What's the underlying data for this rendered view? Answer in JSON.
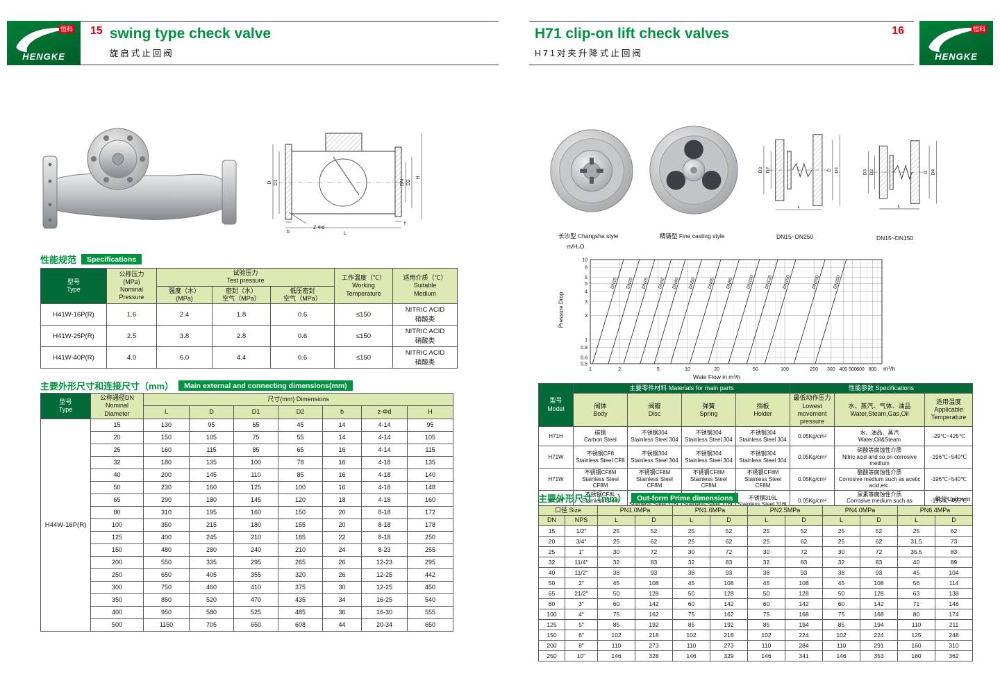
{
  "brand": {
    "logo_name": "HENGKE",
    "logo_zh": "恒科"
  },
  "left": {
    "page_number": "15",
    "title_en": "swing type check valve",
    "title_zh": "旋启式止回阀",
    "drawing_labels": {
      "H": "H",
      "DN": "DN",
      "D2": "D2",
      "D1": "D1",
      "D": "D",
      "b": "b",
      "zphid": "Z-Φd",
      "L": "L",
      "f": "f"
    },
    "spec_section": {
      "zh": "性能规范",
      "en": "Specifications"
    },
    "spec_table": {
      "h_type": "型号\nType",
      "h_nominal": "公称压力\n(MPa)\nNominal\nPressure",
      "h_test": "试验压力\nTest pressure",
      "h_strength": "强度（水）\n(MPa)",
      "h_seal": "密封（水）\n空气（MPa）",
      "h_lowseal": "低压密封\n空气（MPa）",
      "h_working": "工作温度（℃）\nWorking\nTemperature",
      "h_medium": "适用介质（℃）\nSuitable\nMedium",
      "rows": [
        [
          "H41W-16P(R)",
          "1.6",
          "2.4",
          "1.8",
          "0.6",
          "≤150",
          "NITRIC ACID\n硝酸类"
        ],
        [
          "H41W-25P(R)",
          "2.5",
          "3.8",
          "2.8",
          "0.6",
          "≤150",
          "NITRIC ACID\n硝酸类"
        ],
        [
          "H41W-40P(R)",
          "4.0",
          "6.0",
          "4.4",
          "0.6",
          "≤150",
          "NITRIC ACID\n硝酸类"
        ]
      ]
    },
    "dim_section": {
      "zh": "主要外形尺寸和连接尺寸（mm）",
      "en": "Main external and connecting dimensions(mm)"
    },
    "dim_table": {
      "h_type": "型号\nType",
      "h_dn": "公称通径DN\nNominal\nDiameter",
      "h_dims": "尺寸(mm) Dimensions",
      "cols": [
        "L",
        "D",
        "D1",
        "D2",
        "b",
        "z-Φd",
        "H"
      ],
      "lead": "H44W-16P(R)",
      "rows": [
        [
          "15",
          "130",
          "95",
          "65",
          "45",
          "14",
          "4-14",
          "95"
        ],
        [
          "20",
          "150",
          "105",
          "75",
          "55",
          "14",
          "4-14",
          "105"
        ],
        [
          "25",
          "160",
          "115",
          "85",
          "65",
          "16",
          "4-14",
          "115"
        ],
        [
          "32",
          "180",
          "135",
          "100",
          "78",
          "16",
          "4-18",
          "135"
        ],
        [
          "40",
          "200",
          "145",
          "110",
          "85",
          "16",
          "4-18",
          "140"
        ],
        [
          "50",
          "230",
          "160",
          "125",
          "100",
          "16",
          "4-18",
          "148"
        ],
        [
          "65",
          "290",
          "180",
          "145",
          "120",
          "18",
          "4-18",
          "160"
        ],
        [
          "80",
          "310",
          "195",
          "160",
          "150",
          "20",
          "8-18",
          "172"
        ],
        [
          "100",
          "350",
          "215",
          "180",
          "155",
          "20",
          "8-18",
          "178"
        ],
        [
          "125",
          "400",
          "245",
          "210",
          "185",
          "22",
          "8-18",
          "250"
        ],
        [
          "150",
          "480",
          "280",
          "240",
          "210",
          "24",
          "8-23",
          "255"
        ],
        [
          "200",
          "550",
          "335",
          "295",
          "265",
          "26",
          "12-23",
          "295"
        ],
        [
          "250",
          "650",
          "405",
          "355",
          "320",
          "26",
          "12-25",
          "442"
        ],
        [
          "300",
          "750",
          "460",
          "410",
          "375",
          "30",
          "12-25",
          "450"
        ],
        [
          "350",
          "850",
          "520",
          "470",
          "435",
          "34",
          "16-25",
          "540"
        ],
        [
          "400",
          "950",
          "580",
          "525",
          "485",
          "36",
          "16-30",
          "555"
        ],
        [
          "500",
          "1150",
          "705",
          "650",
          "608",
          "44",
          "20-34",
          "650"
        ]
      ]
    }
  },
  "right": {
    "page_number": "16",
    "title_en": "H71 clip-on lift check valves",
    "title_zh": "H71对夹升降式止回阀",
    "captions": {
      "changsha": "长沙型 Changsha style",
      "fine": "精铸型 Fine casting style",
      "dn250": "DN15~DN250",
      "dn150": "DN15~DN150"
    },
    "drawing_labels": {
      "D3": "D3",
      "D2": "D2",
      "D": "D",
      "D4": "D4",
      "L": "L"
    },
    "materials_table": {
      "h_model": "型号\nModel",
      "h_materials": "主要零件材料 Materials for main parts",
      "h_specs": "性能参数 Specifications",
      "h_body": "阀体\nBody",
      "h_disc": "阀瓣\nDisc",
      "h_spring": "弹簧\nSpring",
      "h_holder": "挡板\nHolder",
      "h_pressure": "最低动作压力\nLowest movement\npressure",
      "h_medium": "水、蒸汽、气体、油品\nWater,Steam,Gas,Oil",
      "h_temp": "适用温度\nApplicable\nTemperature",
      "rows": [
        [
          "H71H",
          "碳钢\nCarbon Steel",
          "不锈钢304\nStainless Steel 304",
          "不锈钢304\nStainless Steel 304",
          "不锈钢304\nStainless Steel 304",
          "0.05Kg/cm²",
          "水、油品、蒸汽\nWater,Oil&Steam",
          "-29℃~425℃"
        ],
        [
          "H71W",
          "不锈钢CF8\nStainless Steel CF8",
          "不锈钢304\nStainless Steel 304",
          "不锈钢304\nStainless Steel 304",
          "不锈钢304\nStainless Steel 304",
          "0.05Kg/cm²",
          "硝酸等腐蚀性介质\nNitric acid and so on corrosive medium",
          "-196℃~540℃"
        ],
        [
          "H71W",
          "不锈钢CF8M\nStainless Steel CF8M",
          "不锈钢CF8M\nStainless Steel CF8M",
          "不锈钢CF8M\nStainless Steel CF8M",
          "不锈钢CF8M\nStainless Steel CF8M",
          "0.05Kg/cm²",
          "醋酸等腐蚀性介质\nCorrosive medium such as acetic acid,etc.",
          "-196℃~540℃"
        ],
        [
          "H71W",
          "不锈钢CF8L\nStainless Steel CF8L",
          "不锈钢316L\nStainless Steel 316L",
          "不锈钢316L\nStainless Steel 316L",
          "不锈钢316L\nStainless Steel 316L",
          "0.05Kg/cm²",
          "尿素等腐蚀性介质\nCorrosive medium such as urea,etc.",
          "-196℃~455℃"
        ]
      ]
    },
    "out_section": {
      "zh": "主要外形尺寸（mm）",
      "en": "Out-form Prime dimensions"
    },
    "unit_note": "单位Unit:mm",
    "out_table": {
      "h_size": "口径 Size",
      "h_dn": "DN",
      "h_nps": "NPS",
      "h_l": "L",
      "h_d": "D",
      "pn_groups": [
        "PN1.0MPa",
        "PN1.6MPa",
        "PN2.5MPa",
        "PN4.0MPa",
        "PN6.4MPa"
      ],
      "rows": [
        [
          "15",
          "1/2\"",
          "25",
          "52",
          "25",
          "52",
          "25",
          "52",
          "25",
          "52",
          "25",
          "62"
        ],
        [
          "20",
          "3/4\"",
          "25",
          "62",
          "25",
          "62",
          "25",
          "62",
          "25",
          "62",
          "31.5",
          "73"
        ],
        [
          "25",
          "1\"",
          "30",
          "72",
          "30",
          "72",
          "30",
          "72",
          "30",
          "72",
          "35.5",
          "83"
        ],
        [
          "32",
          "11/4\"",
          "32",
          "83",
          "32",
          "83",
          "32",
          "83",
          "32",
          "83",
          "40",
          "89"
        ],
        [
          "40",
          "11/2\"",
          "38",
          "93",
          "38",
          "93",
          "38",
          "93",
          "38",
          "93",
          "45",
          "104"
        ],
        [
          "50",
          "2\"",
          "45",
          "108",
          "45",
          "108",
          "45",
          "108",
          "45",
          "108",
          "56",
          "114"
        ],
        [
          "65",
          "21/2\"",
          "50",
          "128",
          "50",
          "128",
          "50",
          "128",
          "50",
          "128",
          "63",
          "138"
        ],
        [
          "80",
          "3\"",
          "60",
          "142",
          "60",
          "142",
          "60",
          "142",
          "60",
          "142",
          "71",
          "148"
        ],
        [
          "100",
          "4\"",
          "75",
          "162",
          "75",
          "162",
          "75",
          "168",
          "75",
          "168",
          "80",
          "174"
        ],
        [
          "125",
          "5\"",
          "85",
          "192",
          "85",
          "192",
          "85",
          "194",
          "85",
          "194",
          "110",
          "211"
        ],
        [
          "150",
          "6\"",
          "102",
          "218",
          "102",
          "218",
          "102",
          "224",
          "102",
          "224",
          "125",
          "248"
        ],
        [
          "200",
          "8\"",
          "110",
          "273",
          "110",
          "273",
          "110",
          "284",
          "110",
          "291",
          "160",
          "310"
        ],
        [
          "250",
          "10\"",
          "146",
          "328",
          "146",
          "329",
          "146",
          "341",
          "146",
          "353",
          "180",
          "362"
        ]
      ]
    }
  },
  "chart_data": {
    "type": "line",
    "title": "",
    "ylabel": "Pressure Drop",
    "xlabel": "Wate Flow in m³/h",
    "y_unit_label": "m/H₂O",
    "x_unit": "m³/h",
    "scale": "log-log",
    "grid": true,
    "xlim": [
      1,
      1000
    ],
    "ylim": [
      0.5,
      10
    ],
    "y_ticks": [
      10,
      8,
      6,
      5,
      4,
      3,
      2,
      1,
      0.8,
      0.6,
      0.5
    ],
    "x_ticks": [
      1,
      2,
      5,
      10,
      20,
      50,
      100,
      200,
      300,
      400,
      500,
      600,
      800
    ],
    "slope_decades_x_per_full_y": 0.32,
    "series": [
      {
        "name": "DN15",
        "x_at_top": 2.2
      },
      {
        "name": "DN20",
        "x_at_top": 3.2
      },
      {
        "name": "DN25",
        "x_at_top": 4.6
      },
      {
        "name": "DN32",
        "x_at_top": 6.8
      },
      {
        "name": "DN40",
        "x_at_top": 9.5
      },
      {
        "name": "DN50",
        "x_at_top": 14
      },
      {
        "name": "DN65",
        "x_at_top": 22
      },
      {
        "name": "DN80",
        "x_at_top": 34
      },
      {
        "name": "DN100",
        "x_at_top": 55
      },
      {
        "name": "DN125",
        "x_at_top": 85
      },
      {
        "name": "DN150",
        "x_at_top": 130
      },
      {
        "name": "DN200",
        "x_at_top": 260
      },
      {
        "name": "DN250",
        "x_at_top": 430
      }
    ]
  }
}
